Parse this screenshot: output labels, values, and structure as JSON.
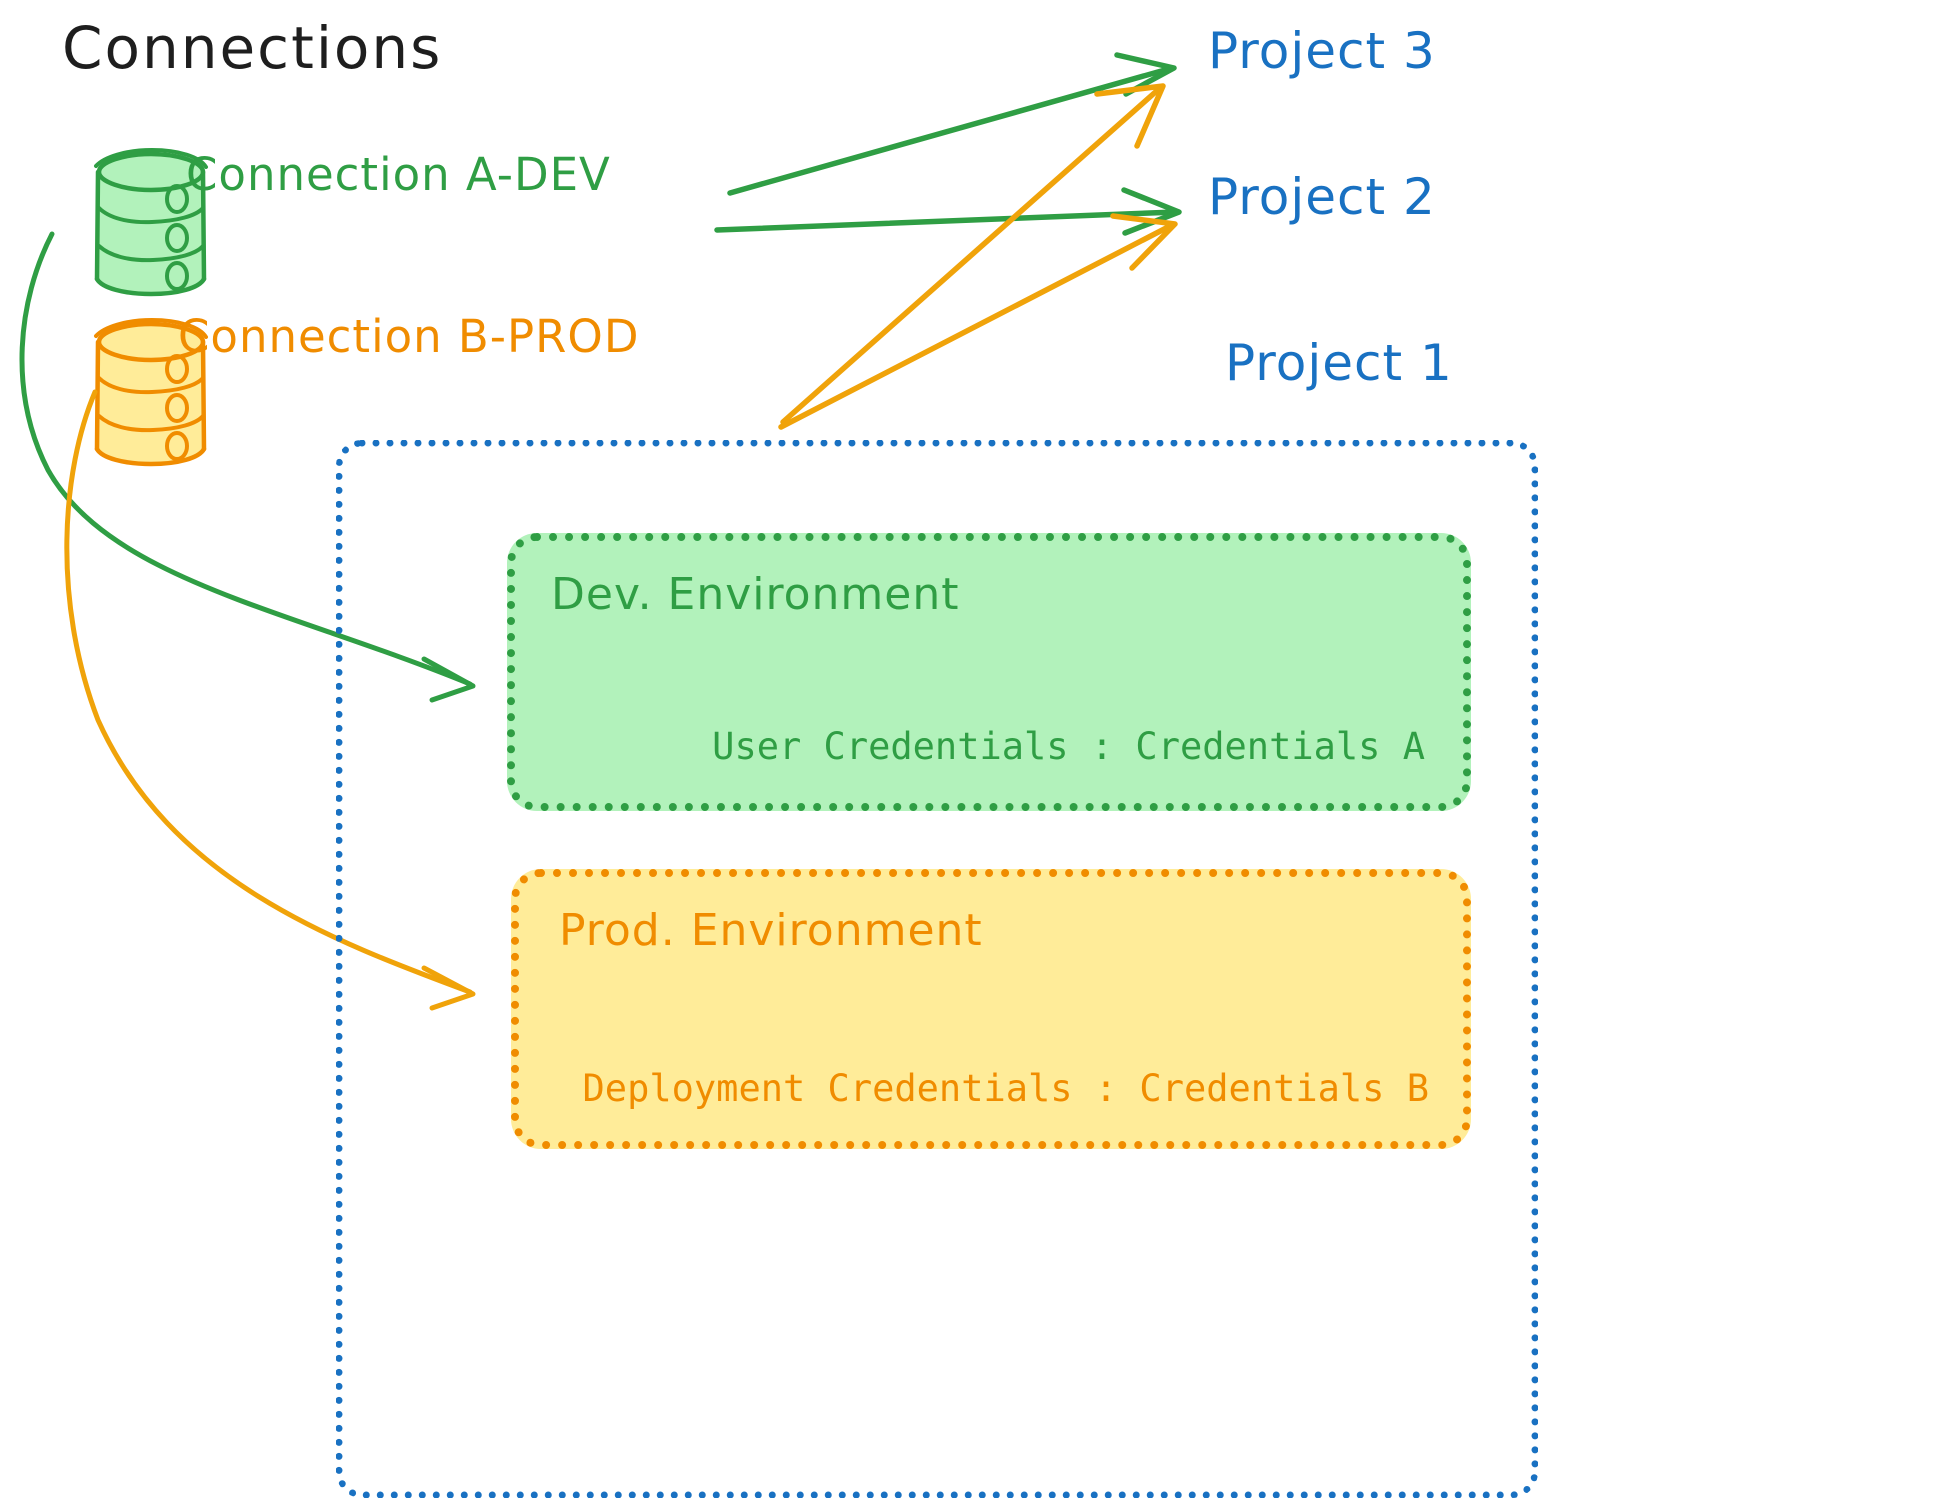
{
  "diagram": {
    "title": "Connections",
    "connections": [
      {
        "id": "a-dev",
        "label": "Connection A-DEV",
        "color": "#2f9e44",
        "icon": "database-cylinder-icon"
      },
      {
        "id": "b-prod",
        "label": "Connection B-PROD",
        "color": "#f08c00",
        "icon": "database-cylinder-icon"
      }
    ],
    "projects": [
      {
        "id": "project-3",
        "label": "Project 3",
        "color": "#1971c2"
      },
      {
        "id": "project-2",
        "label": "Project 2",
        "color": "#1971c2"
      },
      {
        "id": "project-1",
        "label": "Project 1",
        "color": "#1971c2"
      }
    ],
    "environments": [
      {
        "id": "dev",
        "title": "Dev. Environment",
        "credentials_label": "User Credentials",
        "credentials_value": "Credentials A",
        "credentials_line": "User Credentials : Credentials A",
        "fill": "#b2f2bb",
        "stroke": "#2f9e44"
      },
      {
        "id": "prod",
        "title": "Prod. Environment",
        "credentials_label": "Deployment Credentials",
        "credentials_value": "Credentials B",
        "credentials_line": "Deployment Credentials : Credentials B",
        "fill": "#ffec99",
        "stroke": "#f08c00"
      }
    ],
    "container": {
      "id": "project-1-container",
      "label": "Project 1",
      "stroke": "#1971c2",
      "style": "dotted"
    },
    "edges": [
      {
        "from": "a-dev",
        "to": "project-3",
        "color": "#2f9e44",
        "style": "straight-arrow"
      },
      {
        "from": "a-dev",
        "to": "project-2",
        "color": "#2f9e44",
        "style": "straight-arrow"
      },
      {
        "from": "a-dev",
        "to": "dev",
        "color": "#2f9e44",
        "style": "curved-arrow"
      },
      {
        "from": "b-prod",
        "to": "project-3",
        "color": "#f0a30a",
        "style": "straight-arrow"
      },
      {
        "from": "b-prod",
        "to": "project-2",
        "color": "#f0a30a",
        "style": "straight-arrow"
      },
      {
        "from": "b-prod",
        "to": "prod",
        "color": "#f08c00",
        "style": "curved-arrow"
      }
    ],
    "colors": {
      "green_stroke": "#2f9e44",
      "green_fill": "#b2f2bb",
      "orange_stroke": "#f08c00",
      "orange_fill": "#ffec99",
      "orange_arrow": "#f0a30a",
      "blue": "#1971c2",
      "title": "#1e1e1e",
      "background": "#ffffff"
    }
  }
}
